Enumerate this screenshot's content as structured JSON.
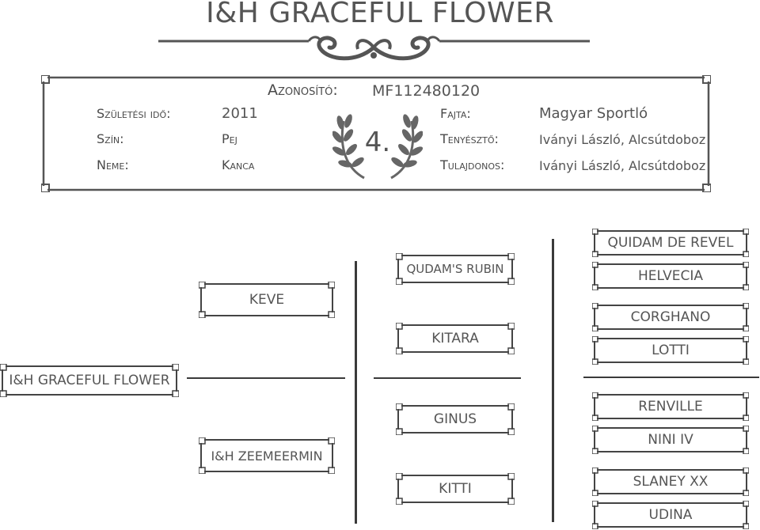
{
  "title": "I&H GRACEFUL FLOWER",
  "id_label": "Azonosító:",
  "id_value": "MF112480120",
  "rank": "4.",
  "fields": {
    "birth_label": "Születési idő:",
    "birth_value": "2011",
    "color_label": "Szín:",
    "color_value": "Pej",
    "sex_label": "Neme:",
    "sex_value": "Kanca",
    "breed_label": "Fajta:",
    "breed_value": "Magyar Sportló",
    "breeder_label": "Tenyésztő:",
    "breeder_value": "Iványi László, Alcsútdoboz",
    "owner_label": "Tulajdonos:",
    "owner_value": "Iványi László, Alcsútdoboz"
  },
  "pedigree": {
    "horse": "I&H GRACEFUL FLOWER",
    "sire": "KEVE",
    "dam": "I&H ZEEMEERMIN",
    "sire_sire": "QUDAM'S RUBIN",
    "sire_dam": "KITARA",
    "dam_sire": "GINUS",
    "dam_dam": "KITTI",
    "g3": [
      "QUIDAM DE REVEL",
      "HELVECIA",
      "CORGHANO",
      "LOTTI",
      "RENVILLE",
      "NINI IV",
      "SLANEY XX",
      "UDINA"
    ]
  }
}
